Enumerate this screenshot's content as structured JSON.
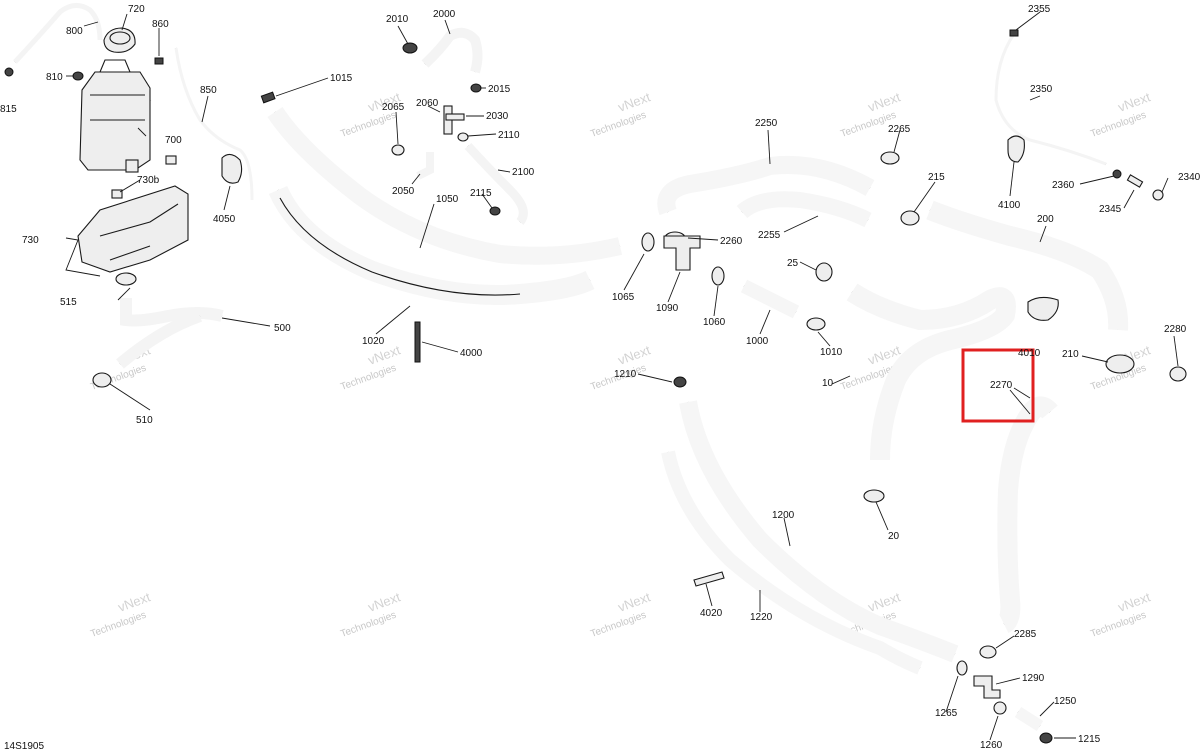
{
  "diagram_code": "14S1905",
  "watermark": [
    "vNext",
    "Technologies"
  ],
  "highlight": {
    "label": "2270",
    "color": "#e02020"
  },
  "labels": [
    "720",
    "860",
    "800",
    "810",
    "815",
    "700",
    "730b",
    "730",
    "515",
    "510",
    "500",
    "850",
    "4050",
    "2010",
    "2000",
    "2065",
    "2060",
    "2015",
    "2030",
    "2110",
    "2050",
    "2100",
    "2115",
    "1015",
    "1050",
    "1020",
    "4000",
    "2250",
    "2265",
    "2255",
    "2260",
    "1065",
    "1090",
    "1060",
    "1000",
    "1010",
    "25",
    "215",
    "200",
    "2355",
    "2350",
    "4100",
    "2360",
    "2340",
    "2345",
    "2280",
    "210",
    "10",
    "2270",
    "4010",
    "20",
    "1210",
    "1200",
    "4020",
    "1220",
    "2285",
    "1290",
    "1265",
    "1250",
    "1215",
    "1260"
  ]
}
